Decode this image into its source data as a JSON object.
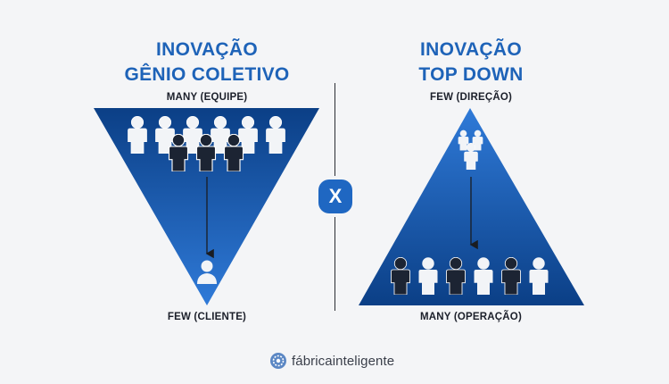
{
  "left": {
    "title_line1": "INOVAÇÃO",
    "title_line2": "GÊNIO COLETIVO",
    "top_label": "MANY (EQUIPE)",
    "bottom_label": "FEW (CLIENTE)"
  },
  "right": {
    "title_line1": "INOVAÇÃO",
    "title_line2": "TOP DOWN",
    "top_label": "FEW (DIREÇÃO)",
    "bottom_label": "MANY (OPERAÇÃO)"
  },
  "versus": "X",
  "brand": {
    "name": "fábricainteligente",
    "icon": "gear-logo-icon"
  },
  "colors": {
    "title_blue": "#1e63b8",
    "triangle_dark": "#0b3f86",
    "triangle_light": "#2f7ad8",
    "person_white": "#f2f4f7",
    "person_dark": "#1c2433",
    "text_dark": "#1b1f2a"
  }
}
